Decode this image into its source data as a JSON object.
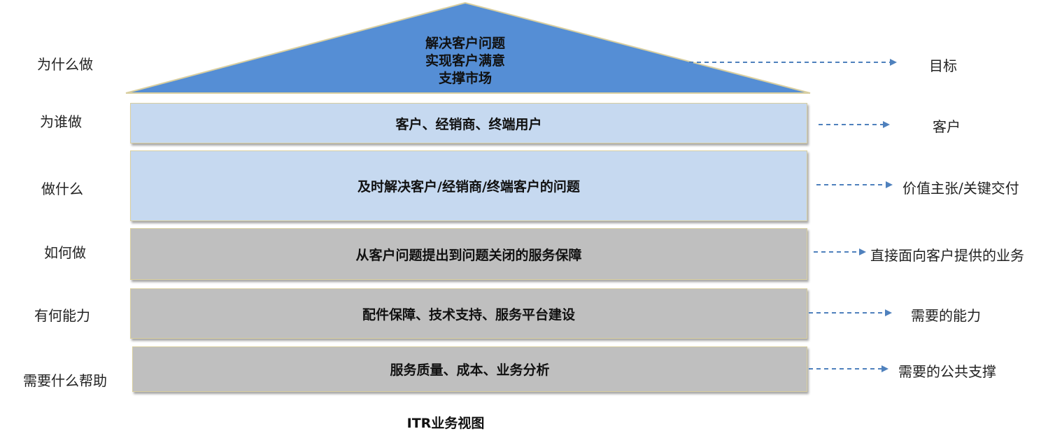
{
  "roof": {
    "line1": "解决客户问题",
    "line2": "实现客户满意",
    "line3": "支撑市场",
    "color": "#558ed5"
  },
  "rows": [
    {
      "left": "为什么做",
      "text_in_roof": true,
      "right": "目标"
    },
    {
      "left": "为谁做",
      "text": "客户、经销商、终端用户",
      "right": "客户"
    },
    {
      "left": "做什么",
      "text": "及时解决客户/经销商/终端客户的问题",
      "right": "价值主张/关键交付"
    },
    {
      "left": "如何做",
      "text": "从客户问题提出到问题关闭的服务保障",
      "right": "直接面向客户提供的业务"
    },
    {
      "left": "有何能力",
      "text": "配件保障、技术支持、服务平台建设",
      "right": "需要的能力"
    },
    {
      "left": "需要什么帮助",
      "text": "服务质量、成本、业务分析",
      "right": "需要的公共支撑"
    }
  ],
  "colors": {
    "light_box": "#c6d9f0",
    "gray_box": "#bfbfbf",
    "arrow": "#4f81bd"
  },
  "caption": "ITR业务视图"
}
